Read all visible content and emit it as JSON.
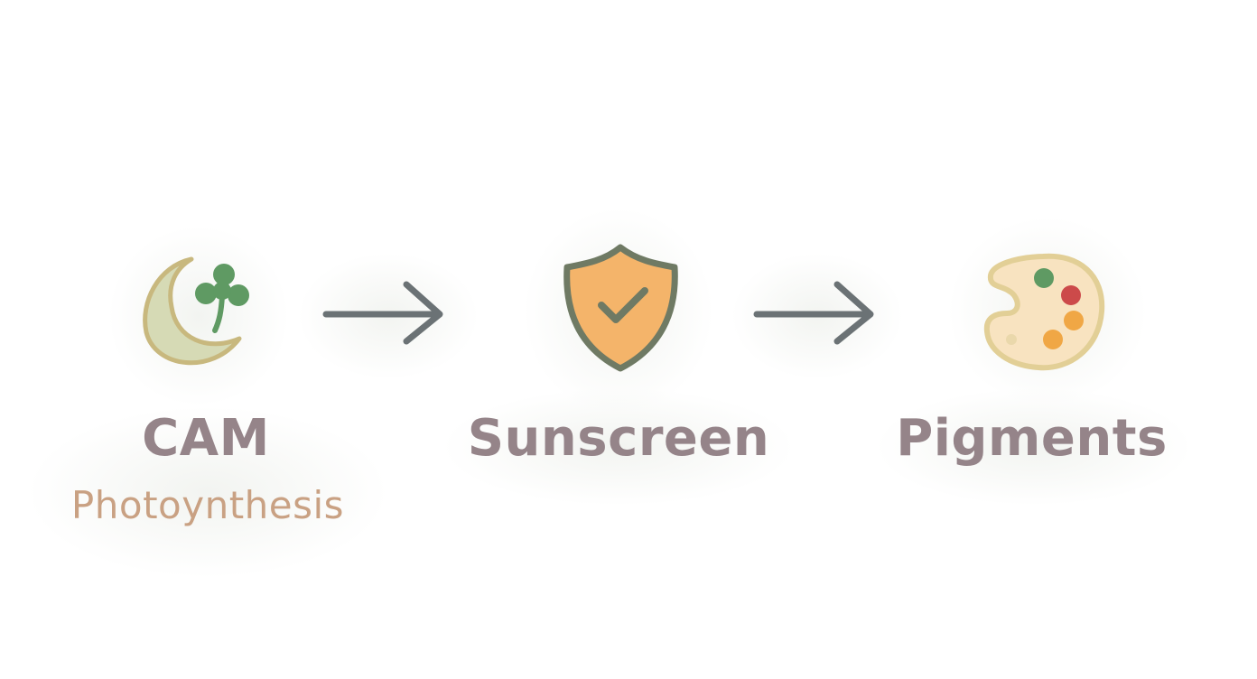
{
  "steps": [
    {
      "label": "CAM",
      "sublabel": "Photoynthesis",
      "icon": "moon-clover-icon"
    },
    {
      "label": "Sunscreen",
      "icon": "shield-check-icon"
    },
    {
      "label": "Pigments",
      "icon": "palette-icon"
    }
  ],
  "colors": {
    "label": "#958489",
    "sublabel": "#c9a183",
    "arrow": "#6b7275",
    "moon_fill": "#d6dab5",
    "moon_stroke": "#c8b87e",
    "clover": "#5f9a63",
    "shield_fill": "#f4b46a",
    "shield_stroke": "#6f7a64",
    "palette_fill": "#f8e3c0",
    "palette_stroke": "#e2cf96",
    "dot_green": "#5f9a63",
    "dot_red": "#cc4a4a",
    "dot_orange": "#f0a745"
  }
}
